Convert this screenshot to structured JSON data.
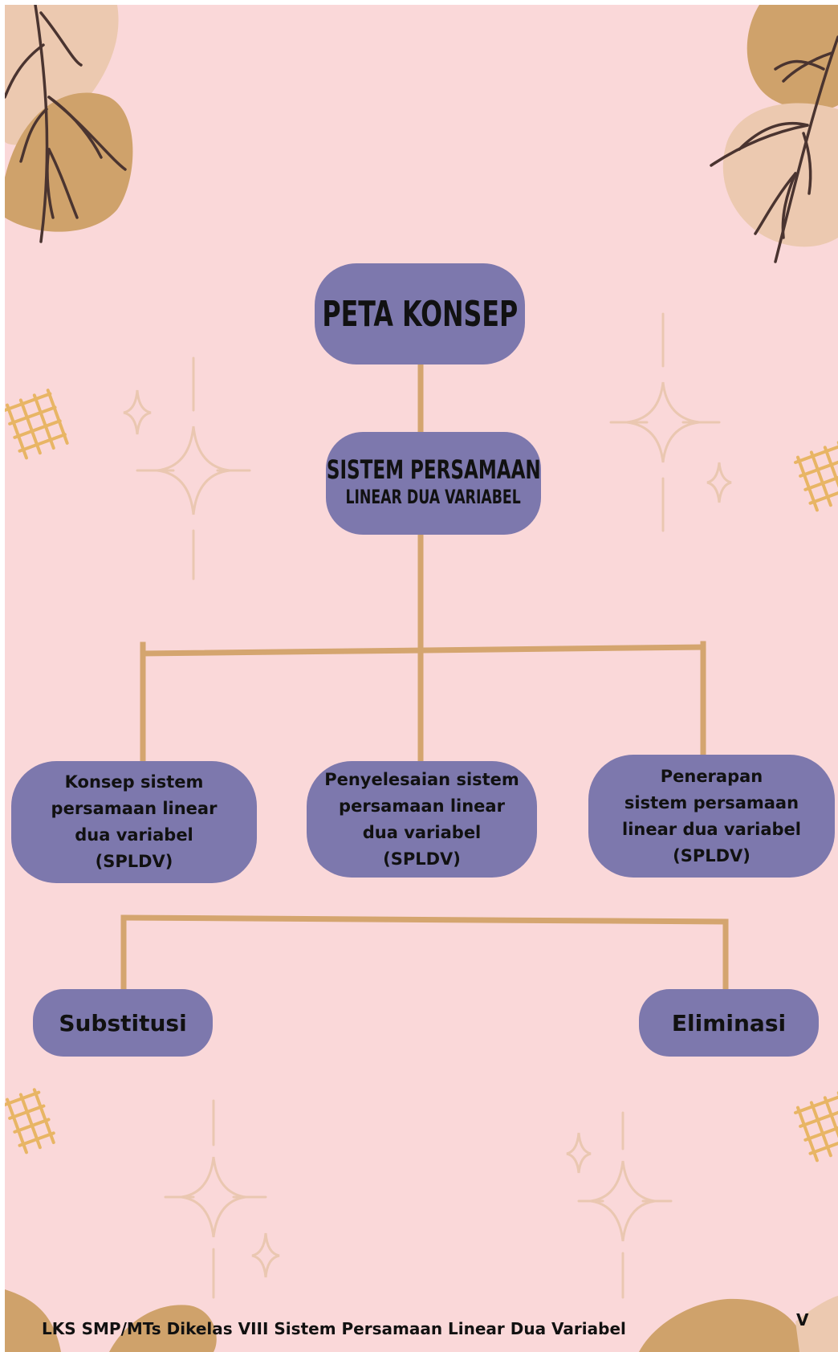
{
  "diagram": {
    "title": "PETA KONSEP",
    "main_topic": {
      "line1": "SISTEM PERSAMAAN",
      "line2": "LINEAR DUA VARIABEL"
    },
    "subtopics": [
      {
        "label": "Konsep sistem\npersamaan linear\ndua variabel\n(SPLDV)"
      },
      {
        "label": "Penyelesaian sistem\npersamaan linear\ndua variabel (SPLDV)"
      },
      {
        "label": "Penerapan\nsistem persamaan\nlinear dua variabel\n(SPLDV)"
      }
    ],
    "methods": [
      {
        "label": "Substitusi"
      },
      {
        "label": "Eliminasi"
      }
    ]
  },
  "footer": {
    "text": "LKS SMP/MTs Dikelas VIII Sistem Persamaan Linear Dua Variabel",
    "page_number": "V"
  },
  "colors": {
    "background": "#fad8d9",
    "node_fill": "#7d78ad",
    "connector": "#d4a56f",
    "leaf_blob_dark": "#cfa26b",
    "leaf_blob_light": "#ecc9b0",
    "branch": "#4a3430",
    "grid_pattern": "#e8b565",
    "sparkle": "#eac7b1"
  }
}
